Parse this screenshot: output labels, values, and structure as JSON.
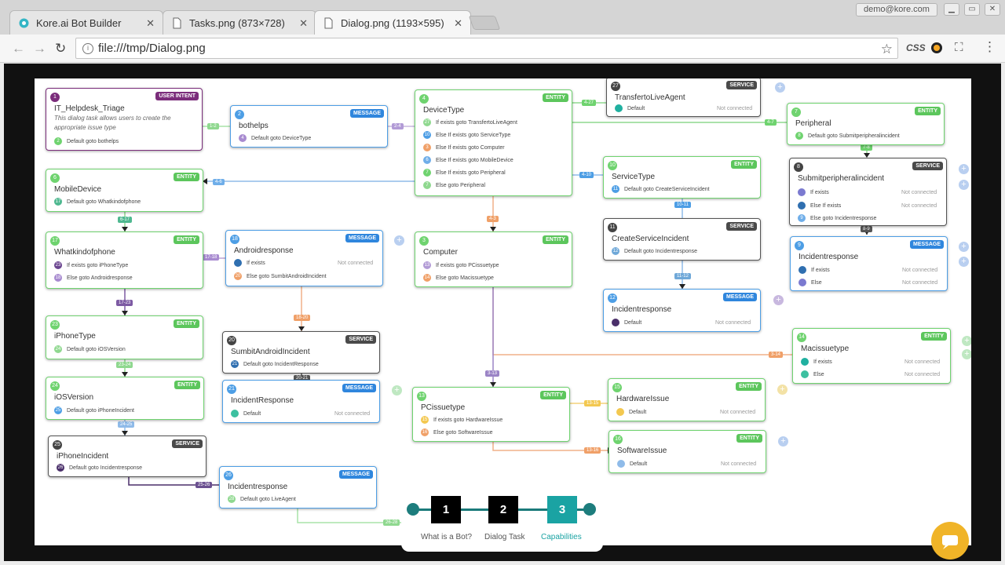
{
  "browser": {
    "tabs": [
      {
        "title": "Kore.ai Bot Builder"
      },
      {
        "title": "Tasks.png (873×728)"
      },
      {
        "title": "Dialog.png (1193×595)"
      }
    ],
    "user": "demo@kore.com",
    "url": "file:///tmp/Dialog.png",
    "ext_css": "CSS"
  },
  "dialog": {
    "nodes": {
      "n1": {
        "id": "1",
        "type": "USER INTENT",
        "title": "IT_Helpdesk_Triage",
        "desc": "This dialog task allows users to create the appropriate issue type",
        "rows": [
          {
            "n": "2",
            "t": "Default goto bothelps"
          }
        ]
      },
      "n2": {
        "id": "2",
        "type": "MESSAGE",
        "title": "bothelps",
        "rows": [
          {
            "n": "4",
            "t": "Default goto DeviceType"
          }
        ]
      },
      "n4": {
        "id": "4",
        "type": "ENTITY",
        "title": "DeviceType",
        "rows": [
          {
            "n": "27",
            "t": "If exists goto TransfertoLiveAgent"
          },
          {
            "n": "10",
            "t": "Else If exists goto ServiceType"
          },
          {
            "n": "3",
            "t": "Else If exists goto Computer"
          },
          {
            "n": "6",
            "t": "Else If exists goto MobileDevice"
          },
          {
            "n": "7",
            "t": "Else If exists goto Peripheral"
          },
          {
            "n": "7",
            "t": "Else goto Peripheral"
          }
        ]
      },
      "n27": {
        "id": "27",
        "type": "SERVICE",
        "title": "TransfertoLiveAgent",
        "rows": [
          {
            "n": "",
            "t": "Default",
            "nc": "Not connected"
          }
        ]
      },
      "n7": {
        "id": "7",
        "type": "ENTITY",
        "title": "Peripheral",
        "rows": [
          {
            "n": "8",
            "t": "Default goto Submitperipheralincident"
          }
        ]
      },
      "n6": {
        "id": "6",
        "type": "ENTITY",
        "title": "MobileDevice",
        "rows": [
          {
            "n": "17",
            "t": "Default goto Whatkindofphone"
          }
        ]
      },
      "n10": {
        "id": "10",
        "type": "ENTITY",
        "title": "ServiceType",
        "rows": [
          {
            "n": "11",
            "t": "Default goto CreateServiceIncident"
          }
        ]
      },
      "n8": {
        "id": "8",
        "type": "SERVICE",
        "title": "Submitperipheralincident",
        "rows": [
          {
            "n": "",
            "t": "If exists",
            "nc": "Not connected"
          },
          {
            "n": "",
            "t": "Else If exists",
            "nc": "Not connected"
          },
          {
            "n": "9",
            "t": "Else goto Incidentresponse"
          }
        ]
      },
      "n17": {
        "id": "17",
        "type": "ENTITY",
        "title": "Whatkindofphone",
        "rows": [
          {
            "n": "23",
            "t": "If exists goto iPhoneType"
          },
          {
            "n": "18",
            "t": "Else goto Androidresponse"
          }
        ]
      },
      "n18": {
        "id": "18",
        "type": "MESSAGE",
        "title": "Androidresponse",
        "rows": [
          {
            "n": "",
            "t": "If exists",
            "nc": "Not connected"
          },
          {
            "n": "20",
            "t": "Else goto SumbitAndroidIncident"
          }
        ]
      },
      "n3": {
        "id": "3",
        "type": "ENTITY",
        "title": "Computer",
        "rows": [
          {
            "n": "13",
            "t": "If exists goto PCissuetype"
          },
          {
            "n": "14",
            "t": "Else goto Macissuetype"
          }
        ]
      },
      "n11": {
        "id": "11",
        "type": "SERVICE",
        "title": "CreateServiceIncident",
        "rows": [
          {
            "n": "12",
            "t": "Default goto Incidentresponse"
          }
        ]
      },
      "n9": {
        "id": "9",
        "type": "MESSAGE",
        "title": "Incidentresponse",
        "rows": [
          {
            "n": "",
            "t": "If exists",
            "nc": "Not connected"
          },
          {
            "n": "",
            "t": "Else",
            "nc": "Not connected"
          }
        ]
      },
      "n12": {
        "id": "12",
        "type": "MESSAGE",
        "title": "Incidentresponse",
        "rows": [
          {
            "n": "",
            "t": "Default",
            "nc": "Not connected"
          }
        ]
      },
      "n23": {
        "id": "23",
        "type": "ENTITY",
        "title": "iPhoneType",
        "rows": [
          {
            "n": "24",
            "t": "Default goto iOSVersion"
          }
        ]
      },
      "n20": {
        "id": "20",
        "type": "SERVICE",
        "title": "SumbitAndroidIncident",
        "rows": [
          {
            "n": "21",
            "t": "Default goto IncidentResponse"
          }
        ]
      },
      "n14": {
        "id": "14",
        "type": "ENTITY",
        "title": "Macissuetype",
        "rows": [
          {
            "n": "",
            "t": "If exists",
            "nc": "Not connected"
          },
          {
            "n": "",
            "t": "Else",
            "nc": "Not connected"
          }
        ]
      },
      "n24": {
        "id": "24",
        "type": "ENTITY",
        "title": "iOSVersion",
        "rows": [
          {
            "n": "25",
            "t": "Default goto iPhoneIncident"
          }
        ]
      },
      "n21": {
        "id": "21",
        "type": "MESSAGE",
        "title": "IncidentResponse",
        "rows": [
          {
            "n": "",
            "t": "Default",
            "nc": "Not connected"
          }
        ]
      },
      "n13": {
        "id": "13",
        "type": "ENTITY",
        "title": "PCissuetype",
        "rows": [
          {
            "n": "15",
            "t": "If exists goto HardwareIssue"
          },
          {
            "n": "16",
            "t": "Else goto SoftwareIssue"
          }
        ]
      },
      "n15": {
        "id": "15",
        "type": "ENTITY",
        "title": "HardwareIssue",
        "rows": [
          {
            "n": "",
            "t": "Default",
            "nc": "Not connected"
          }
        ]
      },
      "n25": {
        "id": "25",
        "type": "SERVICE",
        "title": "iPhoneIncident",
        "rows": [
          {
            "n": "26",
            "t": "Default goto Incidentresponse"
          }
        ]
      },
      "n16": {
        "id": "16",
        "type": "ENTITY",
        "title": "SoftwareIssue",
        "rows": [
          {
            "n": "",
            "t": "Default",
            "nc": "Not connected"
          }
        ]
      },
      "n26": {
        "id": "26",
        "type": "MESSAGE",
        "title": "Incidentresponse",
        "rows": [
          {
            "n": "28",
            "t": "Default goto LiveAgent"
          }
        ]
      }
    },
    "edge_labels": [
      "1-2",
      "2-4",
      "4-27",
      "4-7",
      "4-6",
      "4-10",
      "4-3",
      "7-8",
      "6-17",
      "10-11",
      "8-9",
      "17-18",
      "17-23",
      "18-20",
      "11-12",
      "3-14",
      "3-13",
      "23-24",
      "20-21",
      "13-15",
      "13-16",
      "24-25",
      "25-26",
      "26-28"
    ]
  },
  "wizard": {
    "steps": [
      {
        "num": "1",
        "label": "What is a Bot?"
      },
      {
        "num": "2",
        "label": "Dialog Task"
      },
      {
        "num": "3",
        "label": "Capabilities"
      }
    ]
  },
  "colors": {
    "entity": "#6fd36f",
    "message": "#4d9ee5",
    "service": "#4a4a4a",
    "intent": "#7b2d7b",
    "accent": "#1aa3a3"
  }
}
